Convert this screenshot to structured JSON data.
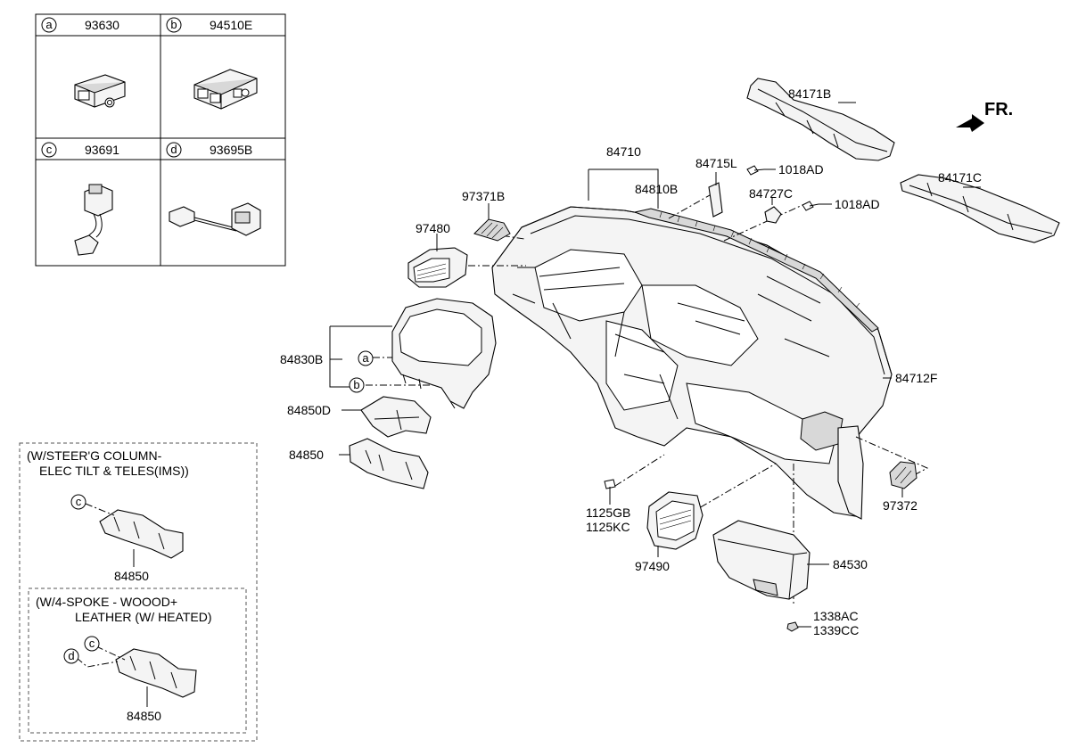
{
  "inset_table": {
    "cells": [
      {
        "key": "a",
        "part": "93630"
      },
      {
        "key": "b",
        "part": "94510E"
      },
      {
        "key": "c",
        "part": "93691"
      },
      {
        "key": "d",
        "part": "93695B"
      }
    ]
  },
  "parts": {
    "p84171B": "84171B",
    "p84171C": "84171C",
    "p84710": "84710",
    "p84810B": "84810B",
    "p84715L": "84715L",
    "p1018AD_1": "1018AD",
    "p84727C": "84727C",
    "p1018AD_2": "1018AD",
    "p97371B": "97371B",
    "p97480": "97480",
    "p84830B": "84830B",
    "p84850D": "84850D",
    "p84850": "84850",
    "p84712F": "84712F",
    "p1125GB": "1125GB",
    "p1125KC": "1125KC",
    "p97490": "97490",
    "p84530": "84530",
    "p1338AC": "1338AC",
    "p1339CC": "1339CC",
    "p97372": "97372"
  },
  "callouts": {
    "a": "a",
    "b": "b",
    "c": "c",
    "d": "d"
  },
  "fr_label": "FR.",
  "variant_1": {
    "line1": "(W/STEER'G COLUMN-",
    "line2": "ELEC TILT & TELES(IMS))",
    "callout_c": "c",
    "part": "84850"
  },
  "variant_2": {
    "line1": "(W/4-SPOKE - WOOOD+",
    "line2": "LEATHER (W/ HEATED)",
    "callout_c": "c",
    "callout_d": "d",
    "part": "84850"
  }
}
